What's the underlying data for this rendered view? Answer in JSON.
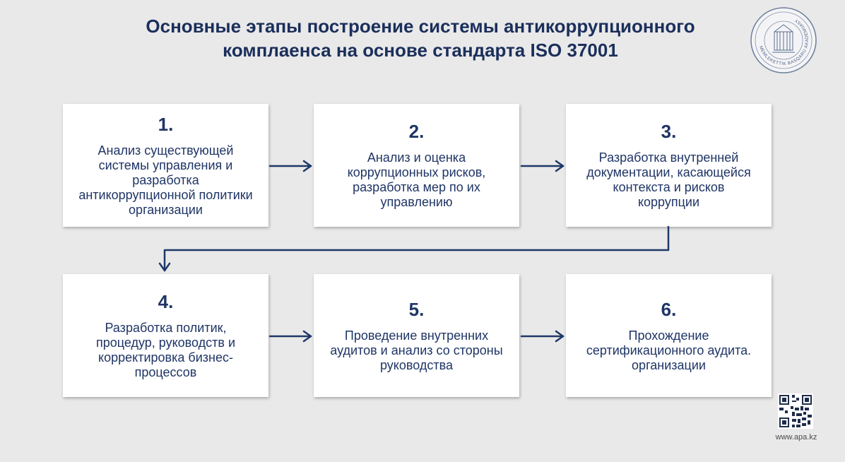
{
  "title": {
    "line1": "Основные этапы построение системы антикоррупционного",
    "line2": "комплаенса на основе стандарта ISO 37001"
  },
  "seal": {
    "text": "MEMLEKETTIK BASQARU AKADEMIIASY",
    "icon": "academy-seal-icon"
  },
  "steps": [
    {
      "num": "1.",
      "text": "Анализ существующей системы управления и разработка антикоррупционной политики организации"
    },
    {
      "num": "2.",
      "text": "Анализ и оценка коррупционных рисков, разработка мер по их управлению"
    },
    {
      "num": "3.",
      "text": "Разработка внутренней документации, касающейся контекста и рисков коррупции"
    },
    {
      "num": "4.",
      "text": "Разработка политик, процедур, руководств и корректировка бизнес-процессов"
    },
    {
      "num": "5.",
      "text": "Проведение внутренних аудитов и анализ со стороны руководства"
    },
    {
      "num": "6.",
      "text": "Прохождение сертификационного аудита. организации"
    }
  ],
  "footer": {
    "site": "www.apa.kz",
    "qr_icon": "qr-code-icon"
  },
  "colors": {
    "title": "#1b2f5b",
    "text": "#1f3566",
    "arrow": "#1e3868",
    "background": "#e9e9e9",
    "card": "#ffffff"
  }
}
